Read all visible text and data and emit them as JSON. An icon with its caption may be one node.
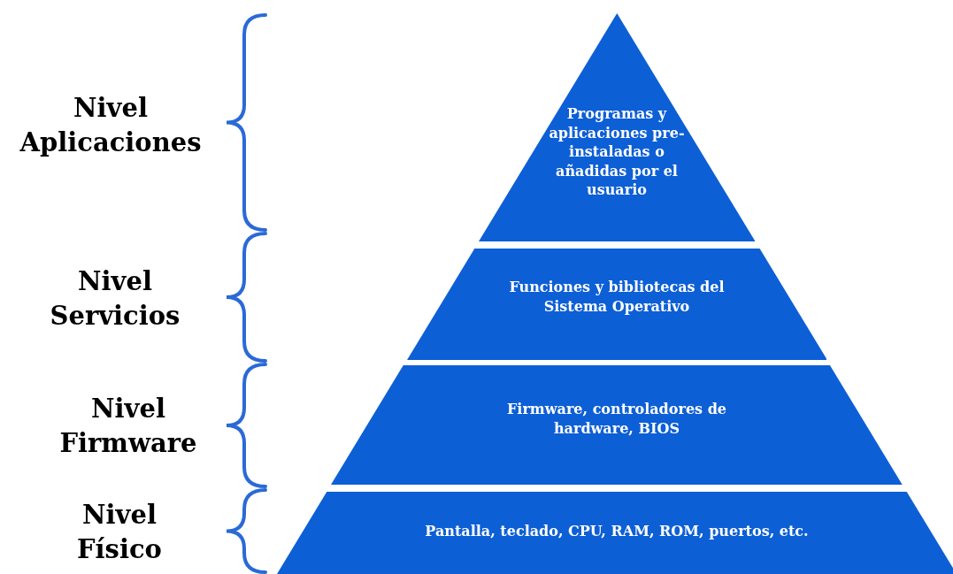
{
  "diagram": {
    "nodes": [
      {
        "text": [
          "Programas y aplicaciones pre-instaladas o añadidas por el usuario"
        ]
      },
      {
        "text": [
          "Funciones y bibliotecas del Sistema Operativo"
        ]
      },
      {
        "text": [
          "Firmware, controladores de hardware, BIOS"
        ]
      },
      {
        "text": [
          "Pantalla, teclado, CPU, RAM, ROM, puertos, etc."
        ]
      }
    ],
    "labels": [
      "Nivel Aplicaciones",
      "Nivel Servicios",
      "Nivel Firmware",
      "Nivel Físico"
    ]
  }
}
